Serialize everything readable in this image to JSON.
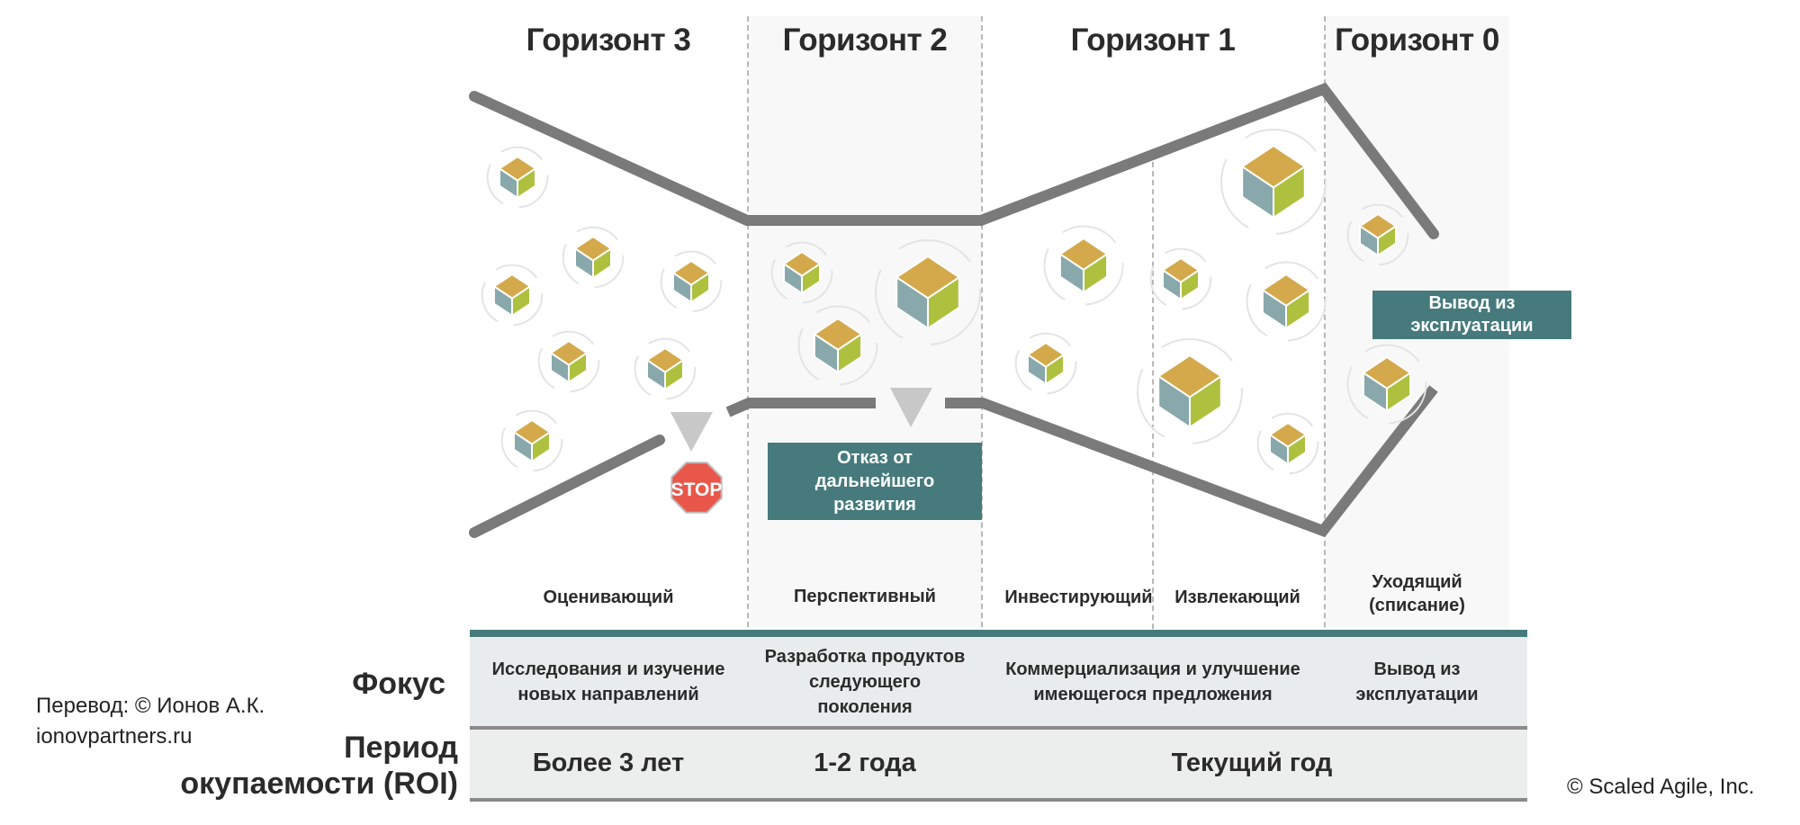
{
  "horizons": [
    {
      "label": "Горизонт 3"
    },
    {
      "label": "Горизонт 2"
    },
    {
      "label": "Горизонт 1"
    },
    {
      "label": "Горизонт 0"
    }
  ],
  "stages": [
    {
      "label": "Оценивающий"
    },
    {
      "label": "Перспективный"
    },
    {
      "label": "Инвестирующий"
    },
    {
      "label": "Извлекающий"
    },
    {
      "label": "Уходящий\n(списание)"
    }
  ],
  "callouts": {
    "abandon": "Отказ от\nдальнейшего\nразвития",
    "retire": "Вывод из\nэксплуатации",
    "stop_sign": "STOP"
  },
  "table": {
    "focus_label": "Фокус",
    "roi_label": "Период\nокупаемости (ROI)",
    "focus": [
      "Исследования и изучение\nновых направлений",
      "Разработка продуктов\nследующего\nпоколения",
      "Коммерциализация и улучшение\nимеющегося предложения",
      "Вывод из\nэксплуатации"
    ],
    "roi": [
      "Более 3 лет",
      "1-2 года",
      "Текущий год"
    ]
  },
  "credits": {
    "translation": "Перевод: © Ионов А.К.",
    "site": "ionovpartners.ru",
    "copyright": "© Scaled Agile,  Inc."
  },
  "colors": {
    "teal": "#467a7c",
    "line_gray": "#7a7a7a",
    "cube_top": "#d4a94c",
    "cube_left": "#89a8ab",
    "cube_right": "#aec13f",
    "stop_red": "#e8574a",
    "triangle_gray": "#c8c8c8"
  },
  "cubes": [
    {
      "horizon": 3,
      "size": "small"
    },
    {
      "horizon": 3,
      "size": "small"
    },
    {
      "horizon": 3,
      "size": "small"
    },
    {
      "horizon": 3,
      "size": "small"
    },
    {
      "horizon": 3,
      "size": "small"
    },
    {
      "horizon": 3,
      "size": "small"
    },
    {
      "horizon": 3,
      "size": "small"
    },
    {
      "horizon": 2,
      "size": "small"
    },
    {
      "horizon": 2,
      "size": "medium"
    },
    {
      "horizon": 2,
      "size": "large"
    },
    {
      "horizon": 1,
      "size": "medium"
    },
    {
      "horizon": 1,
      "size": "small"
    },
    {
      "horizon": 1,
      "size": "small"
    },
    {
      "horizon": 1,
      "size": "large"
    },
    {
      "horizon": 1,
      "size": "medium"
    },
    {
      "horizon": 1,
      "size": "large"
    },
    {
      "horizon": 1,
      "size": "small"
    },
    {
      "horizon": 0,
      "size": "small"
    },
    {
      "horizon": 0,
      "size": "medium"
    }
  ]
}
